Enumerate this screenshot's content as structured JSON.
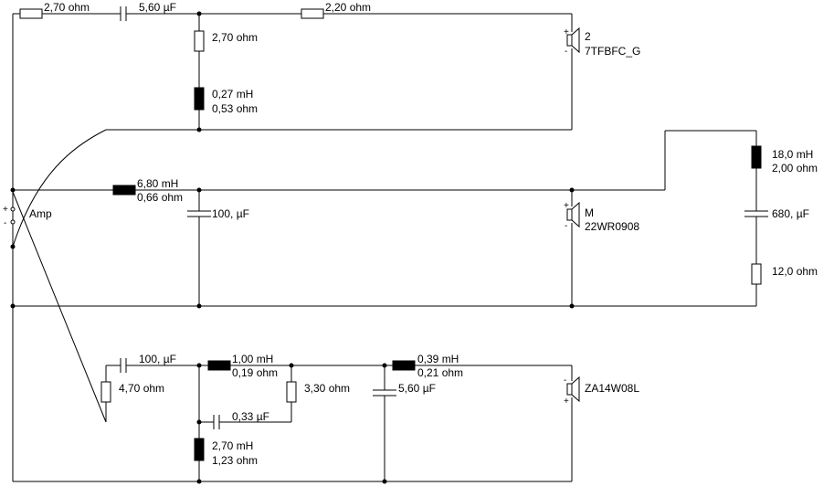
{
  "diagram": {
    "components": {
      "r_top_series": "2,70 ohm",
      "c_top": "5,60 µF",
      "r_top_right": "2,20 ohm",
      "r_top_shunt": "2,70 ohm",
      "l_top_shunt": [
        "0,27 mH",
        "0,53 ohm"
      ],
      "l_mid": [
        "6,80 mH",
        "0,66 ohm"
      ],
      "c_mid": "100, µF",
      "l_notch": [
        "18,0 mH",
        "2,00 ohm"
      ],
      "c_notch": "680, µF",
      "r_notch": "12,0 ohm",
      "c_bot": "100, µF",
      "r_bot": "4,70 ohm",
      "l_bot1": [
        "1,00 mH",
        "0,19 ohm"
      ],
      "r_zobel": "3,30 ohm",
      "c_zobel": "0,33 µF",
      "l_bot_shunt": [
        "2,70 mH",
        "1,23 ohm"
      ],
      "c_bot_shunt": "5,60 µF",
      "l_bot2": [
        "0,39 mH",
        "0,21 ohm"
      ]
    },
    "speakers": {
      "tweeter": [
        "2",
        "7TFBFC_G"
      ],
      "mid": [
        "M",
        "22WR0908"
      ],
      "woofer": [
        "ZA14W08L"
      ]
    },
    "amp": {
      "label": "Amp",
      "plus": "+",
      "minus": "-"
    },
    "pin_plus": "+",
    "pin_minus": "-"
  }
}
